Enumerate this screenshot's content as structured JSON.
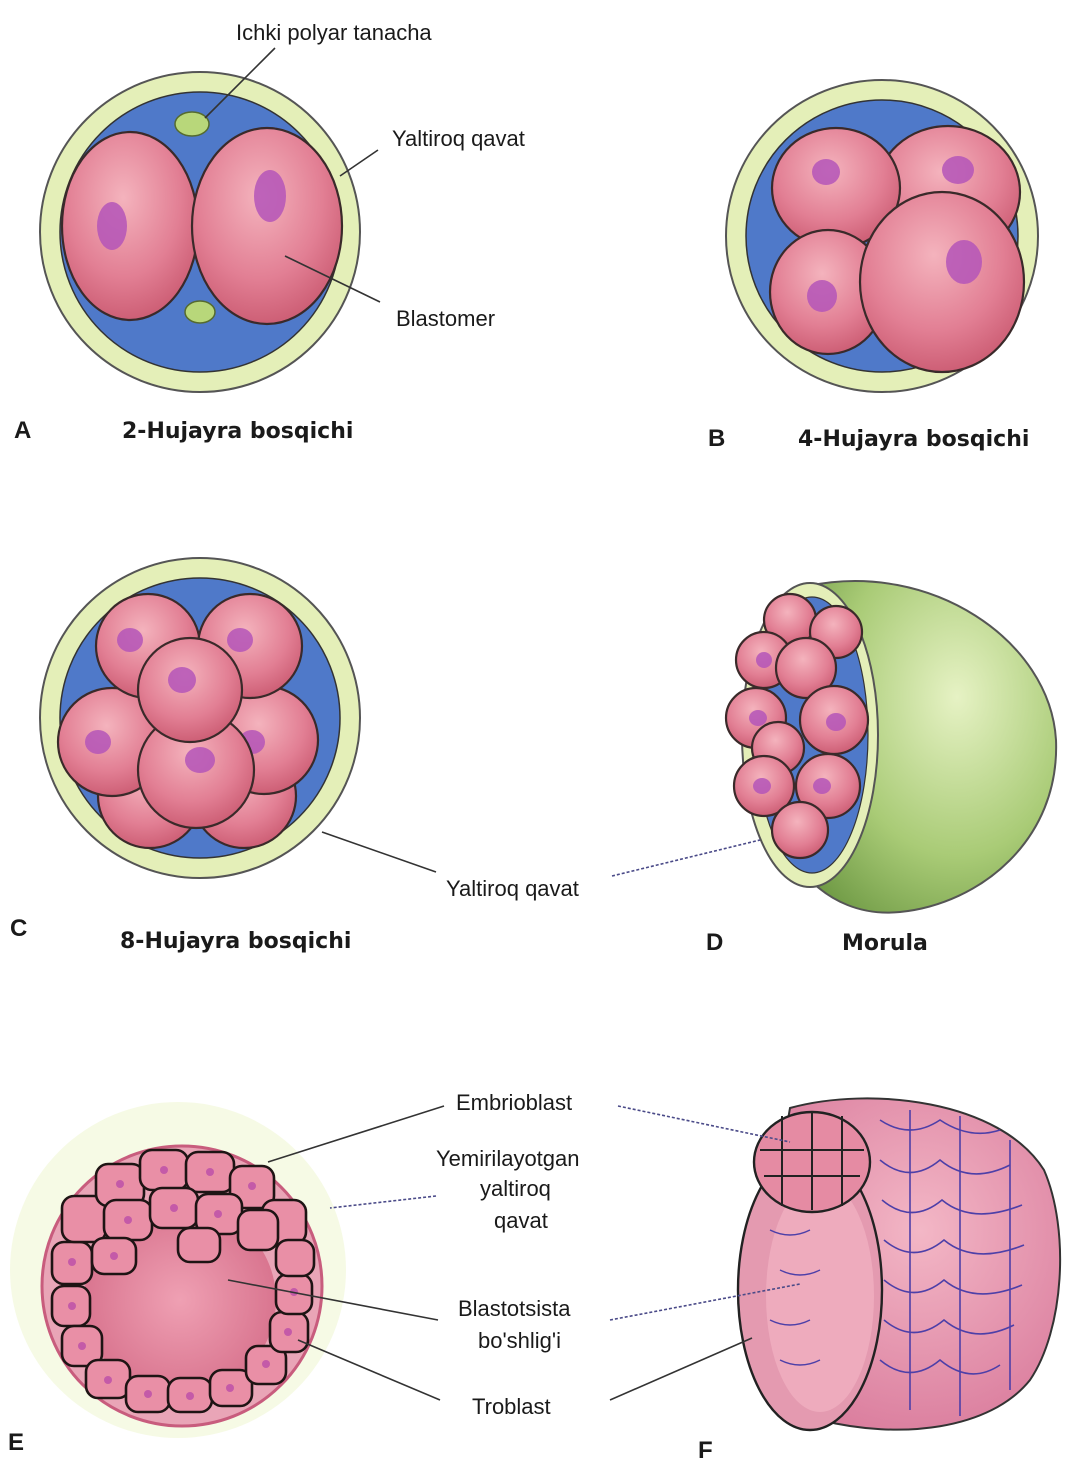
{
  "panels": {
    "A": {
      "letter": "A",
      "caption": "2-Hujayra bosqichi",
      "labels": {
        "polar_body": "Ichki polyar tanacha",
        "zona": "Yaltiroq qavat",
        "blastomere": "Blastomer"
      }
    },
    "B": {
      "letter": "B",
      "caption": "4-Hujayra bosqichi"
    },
    "C": {
      "letter": "C",
      "caption": "8-Hujayra bosqichi"
    },
    "D": {
      "letter": "D",
      "caption": "Morula"
    },
    "CD_shared": {
      "zona": "Yaltiroq qavat"
    },
    "E": {
      "letter": "E"
    },
    "F": {
      "letter": "F"
    },
    "EF_labels": {
      "embryoblast": "Embrioblast",
      "zona_line1": "Yemirilayotgan",
      "zona_line2": "yaltiroq",
      "zona_line3": "qavat",
      "cavity_line1": "Blastotsista",
      "cavity_line2": "bo'shlig'i",
      "trophoblast": "Troblast"
    }
  },
  "colors": {
    "zona": "#e4efb8",
    "perivitelline": "#4f79c9",
    "cell": "#e8879a",
    "nucleus": "#b455b8",
    "polar_body": "#b8d77a",
    "morula_shell": "#9cc46a"
  }
}
